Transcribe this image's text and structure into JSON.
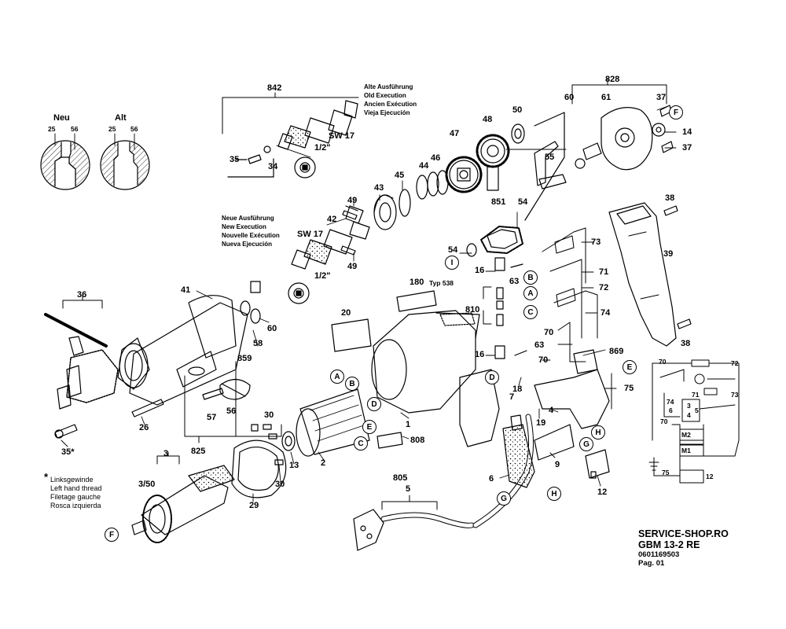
{
  "headers": {
    "neu": "Neu",
    "alt": "Alt",
    "neu_25": "25",
    "neu_56": "56",
    "alt_25": "25",
    "alt_56": "56"
  },
  "old_execution": [
    "Alte Ausführung",
    "Old Execution",
    "Ancien Exécution",
    "Vieja Ejecución"
  ],
  "new_execution": [
    "Neue Ausführung",
    "New Execution",
    "Nouvelle Exécution",
    "Nueva Ejecución"
  ],
  "thread_note": [
    "Linksgewinde",
    "Left hand thread",
    "Filetage gauche",
    "Rosca izquierda"
  ],
  "thread_star": "*",
  "footer": {
    "shop": "SERVICE-SHOP.RO",
    "model": "GBM 13-2 RE",
    "number": "0601169503",
    "page": "Pag. 01"
  },
  "labels": {
    "p842": "842",
    "p35": "35",
    "p34": "34",
    "sw17a": "SW 17",
    "half_a": "1/2\"",
    "p49a": "49",
    "p42": "42",
    "sw17b": "SW 17",
    "half_b": "1/2\"",
    "p49b": "49",
    "p43": "43",
    "p45": "45",
    "p44": "44",
    "p46": "46",
    "p47": "47",
    "p48": "48",
    "p50": "50",
    "p55": "55",
    "p60a": "60",
    "p828": "828",
    "p61": "61",
    "p37a": "37",
    "p14": "14",
    "p37b": "37",
    "p851": "851",
    "p54a": "54",
    "p54b": "54",
    "p16a": "16",
    "p63a": "63",
    "p73": "73",
    "p71": "71",
    "p72": "72",
    "p74": "74",
    "p70a": "70",
    "p810": "810",
    "p63b": "63",
    "p16b": "16",
    "p70b": "70",
    "p869": "869",
    "p38a": "38",
    "p39": "39",
    "p38b": "38",
    "p180": "180",
    "typ538": "Typ 538",
    "p20": "20",
    "p36": "36",
    "p41": "41",
    "p60b": "60",
    "p58": "58",
    "p859": "859",
    "p57": "57",
    "p56": "56",
    "p26": "26",
    "p35star": "35*",
    "p825": "825",
    "p30a": "30",
    "p30b": "30",
    "p13": "13",
    "p2": "2",
    "p1": "1",
    "p808": "808",
    "p18": "18",
    "p7": "7",
    "p19": "19",
    "p4": "4",
    "p75": "75",
    "p9": "9",
    "p6": "6",
    "p12": "12",
    "p3": "3",
    "p350": "3/50",
    "p29": "29",
    "p805": "805",
    "p5": "5",
    "w70": "70",
    "w72": "72",
    "w74": "74",
    "w73": "73",
    "w71": "71",
    "w3": "3",
    "w4": "4",
    "w5": "5",
    "w6": "6",
    "w70b": "70",
    "wM2": "M2",
    "wM1": "M1",
    "w75": "75",
    "w12": "12"
  },
  "callouts": {
    "F_top": "F",
    "I": "I",
    "B_r": "B",
    "A_r": "A",
    "C_r": "C",
    "D_r": "D",
    "E_r": "E",
    "H_r": "H",
    "G_r": "G",
    "G_b": "G",
    "H_b": "H",
    "A_m": "A",
    "B_m": "B",
    "D_m": "D",
    "E_m": "E",
    "C_m": "C",
    "F_b": "F"
  }
}
